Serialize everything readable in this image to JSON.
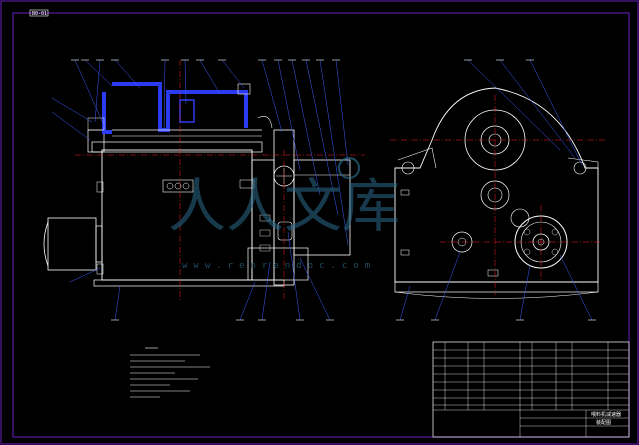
{
  "drawing": {
    "corner_tag": "B0-01"
  },
  "watermark": {
    "chars": "人人文库",
    "url": "www.renrendoc.com"
  },
  "title_block": {
    "drawing_title": "喂料机减速器",
    "sheet_label": "装配图"
  },
  "colors": {
    "frame": "#6a1fbf",
    "outline": "#ffffff",
    "part": "#2b3cf0",
    "leader": "#3a5cff",
    "center": "#ff2020",
    "highlight": "#1f7bff",
    "watermark": "#2a6c8c"
  }
}
